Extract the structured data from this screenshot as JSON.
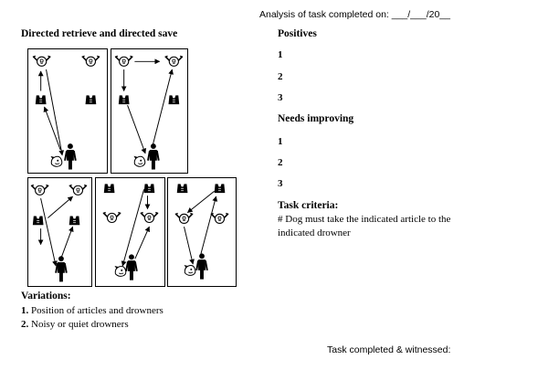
{
  "header": {
    "analysis_line": "Analysis of task completed on: ___/___/20__"
  },
  "left": {
    "title": "Directed retrieve and directed save",
    "variations_heading": "Variations:",
    "variations": [
      {
        "num": "1.",
        "text": " Position of articles and drowners"
      },
      {
        "num": "2.",
        "text": " Noisy or quiet drowners"
      }
    ]
  },
  "right": {
    "positives_heading": "Positives",
    "positives": [
      "1",
      "2",
      "3"
    ],
    "needs_heading": "Needs improving",
    "needs": [
      "1",
      "2",
      "3"
    ],
    "criteria_heading": "Task criteria:",
    "criteria_line1": "# Dog must take the indicated article to the",
    "criteria_line2": "indicated drowner"
  },
  "footer": {
    "witnessed": "Task completed & witnessed:"
  },
  "icons": [
    "swimmer-icon",
    "life-jacket-icon",
    "dog-icon",
    "handler-icon",
    "arrow-icon"
  ]
}
